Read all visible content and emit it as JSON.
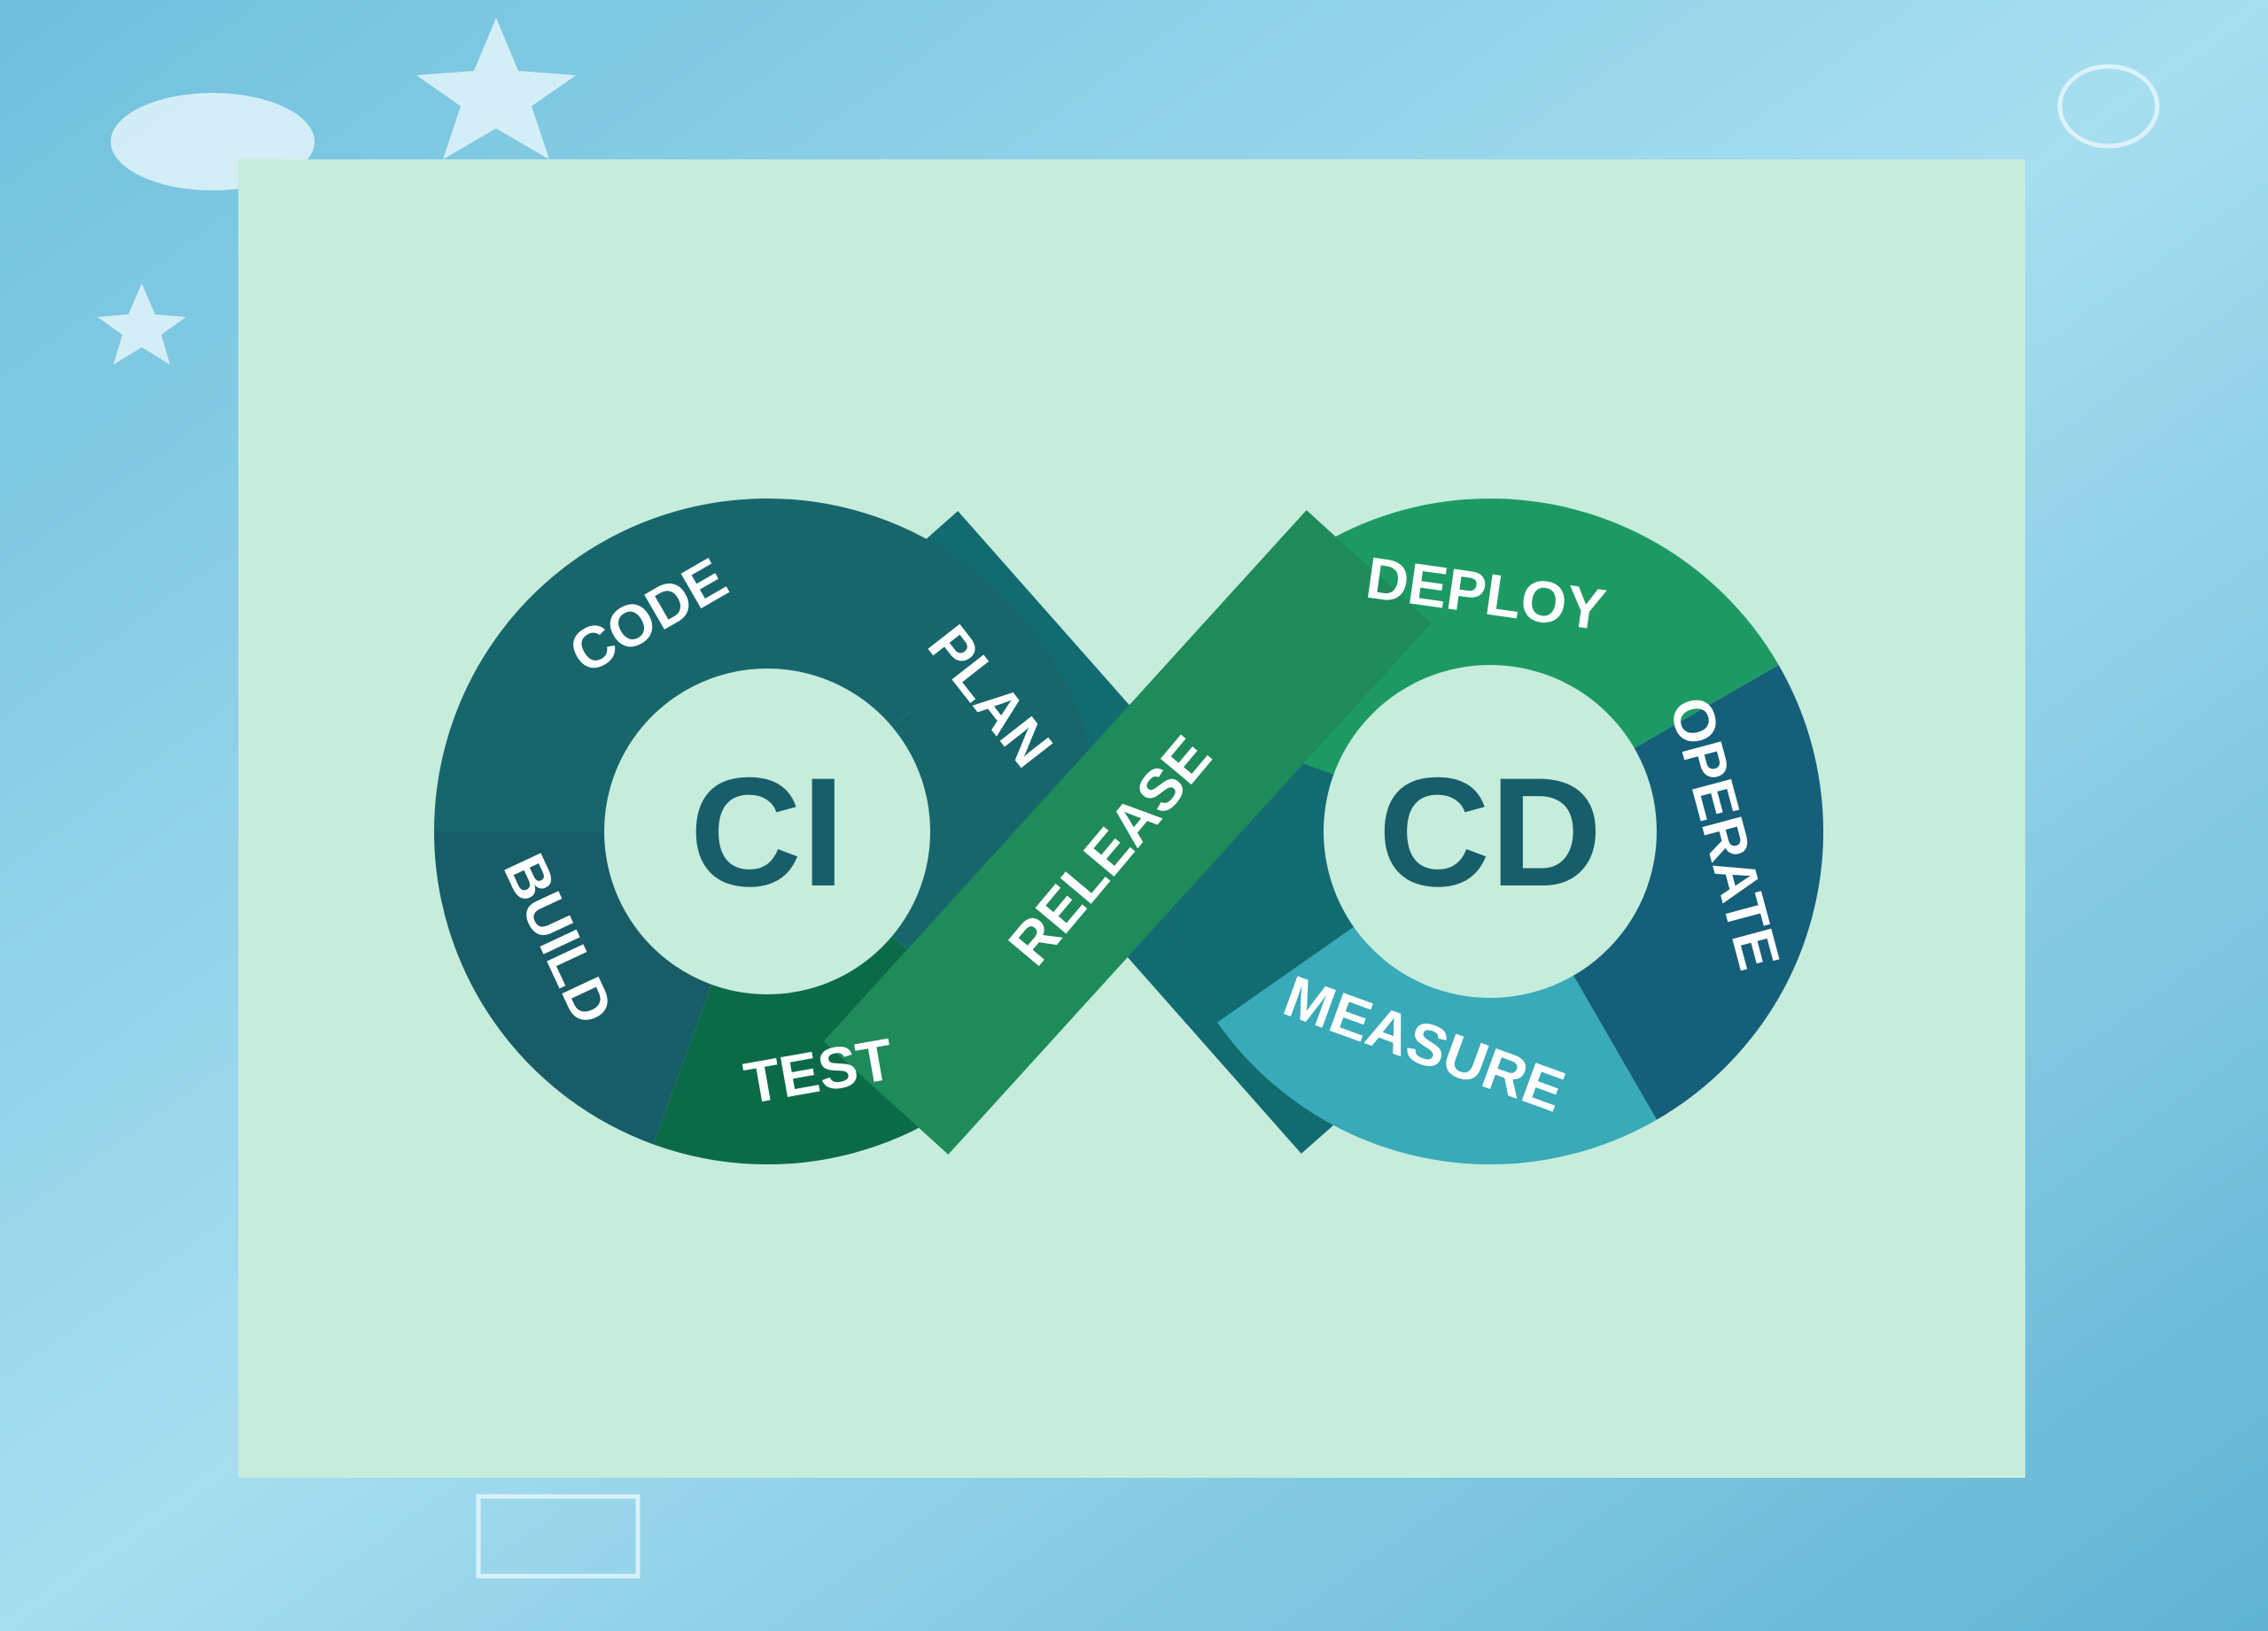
{
  "diagram": {
    "left_loop_title": "CI",
    "right_loop_title": "CD",
    "stages": {
      "code": "CODE",
      "plan": "PLAN",
      "build": "BUILD",
      "test": "TEST",
      "release": "RELEASE",
      "deploy": "DEPLOY",
      "operate": "OPERATE",
      "measure": "MEASURE"
    }
  },
  "colors": {
    "panel": "#c6ecdc",
    "ci_teal": "#17666c",
    "build_teal": "#175c66",
    "test_green": "#0b6b48",
    "release_green": "#1f8a5a",
    "deploy_green": "#1d9a64",
    "operate_blue": "#155f7a",
    "measure_cyan": "#38aab8",
    "crossing_teal": "#136b72",
    "title_text": "#185e6a"
  }
}
